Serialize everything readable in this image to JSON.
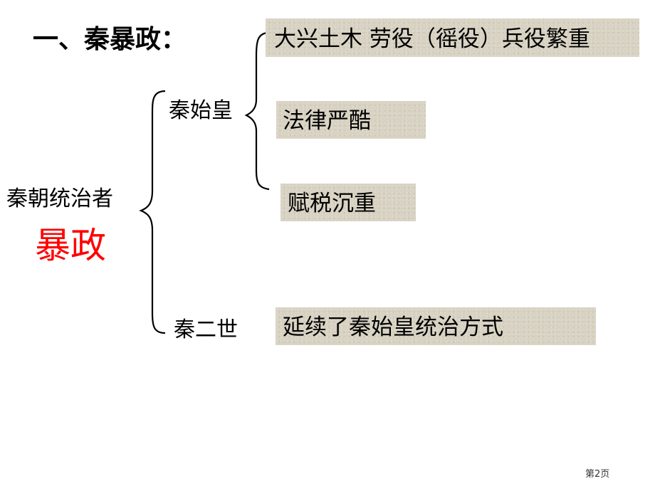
{
  "slide": {
    "title": "一、秦暴政：",
    "root_label": "秦朝统治者",
    "root_highlight": "暴政",
    "rulers": [
      {
        "name": "秦始皇",
        "items": [
          "大兴土木 劳役（徭役）兵役繁重",
          "法律严酷",
          "赋税沉重"
        ]
      },
      {
        "name": "秦二世",
        "items": [
          "延续了秦始皇统治方式"
        ]
      }
    ],
    "page_number": "第2页"
  },
  "colors": {
    "highlight": "#ff0000",
    "box_fill": "#d8d2c3"
  }
}
